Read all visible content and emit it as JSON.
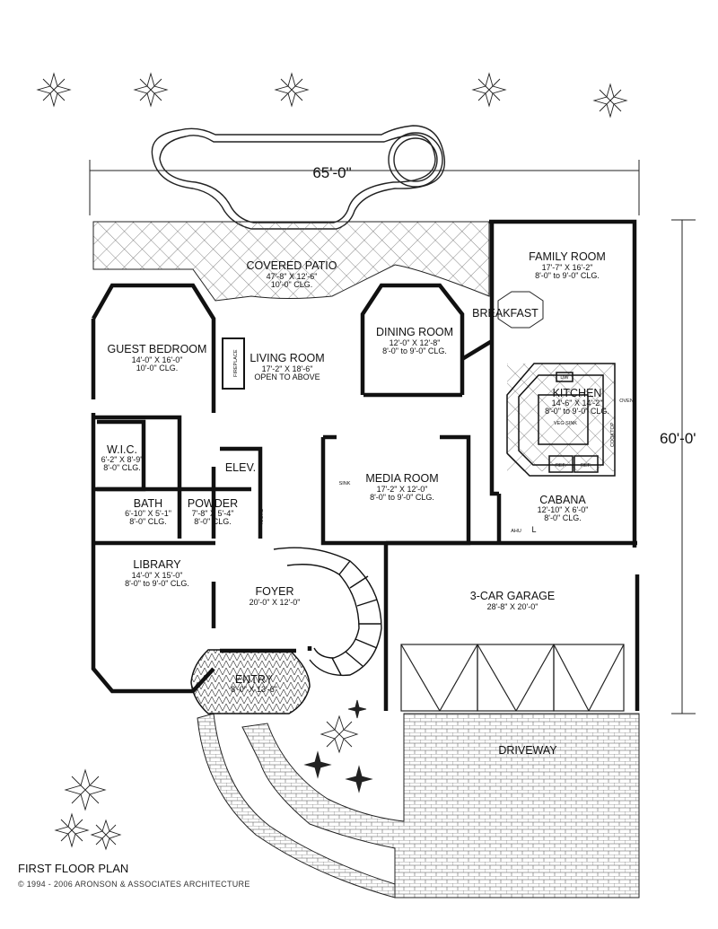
{
  "plan": {
    "overall_width": "65'-0\"",
    "overall_depth": "60'-0'"
  },
  "rooms": {
    "covered_patio": {
      "name": "COVERED PATIO",
      "dims": "47'-8\" X 12'-6\"",
      "clg": "10'-0\" CLG."
    },
    "family_room": {
      "name": "FAMILY ROOM",
      "dims": "17'-7\" X 16'-2\"",
      "clg": "8'-0\" to 9'-0\" CLG."
    },
    "guest_bedroom": {
      "name": "GUEST BEDROOM",
      "dims": "14'-0\" X 16'-0\"",
      "clg": "10'-0\" CLG."
    },
    "living_room": {
      "name": "LIVING ROOM",
      "dims": "17'-2\" X 18'-6\"",
      "clg": "OPEN TO ABOVE"
    },
    "dining_room": {
      "name": "DINING ROOM",
      "dims": "12'-0\" X 12'-8\"",
      "clg": "8'-0\" to 9'-0\" CLG."
    },
    "breakfast": {
      "name": "BREAKFAST"
    },
    "kitchen": {
      "name": "KITCHEN",
      "dims": "14'-6\" X 14'-2\"",
      "clg": "8'-0\" to 9'-0\" CLG."
    },
    "wic": {
      "name": "W.I.C.",
      "dims": "6'-2\" X 8'-9\"",
      "clg": "8'-0\" CLG."
    },
    "elev": {
      "name": "ELEV."
    },
    "media_room": {
      "name": "MEDIA ROOM",
      "dims": "17'-2\" X 12'-0\"",
      "clg": "8'-0\" to 9'-0\" CLG."
    },
    "bath": {
      "name": "BATH",
      "dims": "6'-10\" X 5'-1\"",
      "clg": "8'-0\" CLG."
    },
    "powder": {
      "name": "POWDER",
      "dims": "7'-8\" X 5'-4\"",
      "clg": "8'-0\" CLG."
    },
    "cabana": {
      "name": "CABANA",
      "dims": "12'-10\" X 6'-0\"",
      "clg": "8'-0\" CLG."
    },
    "library": {
      "name": "LIBRARY",
      "dims": "14'-0\" X 15'-0\"",
      "clg": "8'-0\" to 9'-0\" CLG."
    },
    "foyer": {
      "name": "FOYER",
      "dims": "20'-0\" X 12'-0\""
    },
    "garage": {
      "name": "3-CAR GARAGE",
      "dims": "28'-8\" X 20'-0\""
    },
    "entry": {
      "name": "ENTRY",
      "dims": "8'-0\" X 13'-6\""
    },
    "driveway": {
      "name": "DRIVEWAY"
    }
  },
  "fixtures": {
    "fireplace": "FIREPLACE",
    "dw": "DW",
    "ref": "REF.",
    "oven": "OVEN",
    "cooktop": "COOKTOP",
    "veg_sink": "VEG SINK",
    "sink": "SINK",
    "ahu": "AHU",
    "l": "L",
    "niche": "NICHE"
  },
  "caption": {
    "title": "FIRST FLOOR PLAN",
    "copyright": "© 1994 - 2006 ARONSON & ASSOCIATES ARCHITECTURE"
  }
}
